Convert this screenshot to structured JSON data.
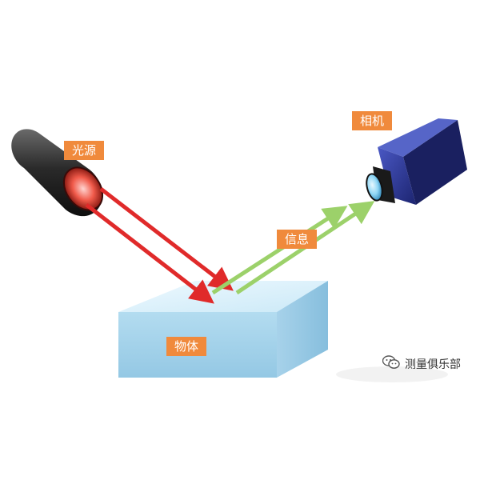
{
  "labels": {
    "light_source": "光源",
    "camera": "相机",
    "information": "信息",
    "object": "物体"
  },
  "watermark": {
    "text": "测量俱乐部",
    "icon": "wechat-icon"
  },
  "colors": {
    "label_bg": "#f08a3c",
    "incident_beam": "#e02a2a",
    "reflected_beam": "#9cd16a",
    "object_top": "#d9f0fb",
    "object_front": "#9fd0ea",
    "object_side": "#8cc3e0",
    "camera_body": "#2d3a94",
    "lens": "#8fd6f5"
  }
}
